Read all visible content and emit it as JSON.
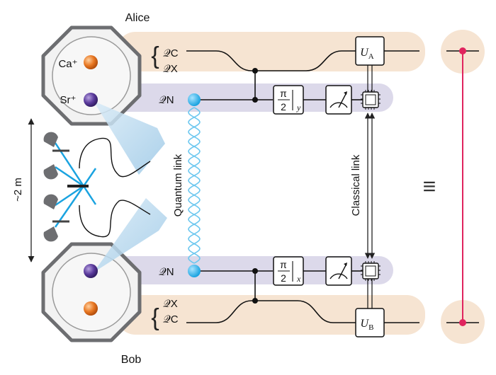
{
  "labels": {
    "alice": "Alice",
    "bob": "Bob",
    "ca": "Ca⁺",
    "sr": "Sr⁺",
    "distance": "~2 m",
    "quantum_link": "Quantum link",
    "classical_link": "Classical link",
    "equivalent": "≡"
  },
  "qubits": {
    "alice_qc": "𝒬C",
    "alice_qx": "𝒬X",
    "alice_qn": "𝒬N",
    "bob_qn": "𝒬N",
    "bob_qx": "𝒬X",
    "bob_qc": "𝒬C"
  },
  "gates": {
    "alice_rot_num": "π",
    "alice_rot_den": "2",
    "alice_rot_axis": "y",
    "bob_rot_num": "π",
    "bob_rot_den": "2",
    "bob_rot_axis": "x",
    "ua": "U",
    "ua_sub": "A",
    "ub": "U",
    "ub_sub": "B"
  },
  "colors": {
    "ion_ca": "#e87722",
    "ion_sr": "#5a3a9c",
    "photon": "#1aa3e0",
    "band_orange": "#f6e4d2",
    "band_purple": "#dcd9ea",
    "bell_line": "#e0245e",
    "trap": "#6d6e71"
  }
}
